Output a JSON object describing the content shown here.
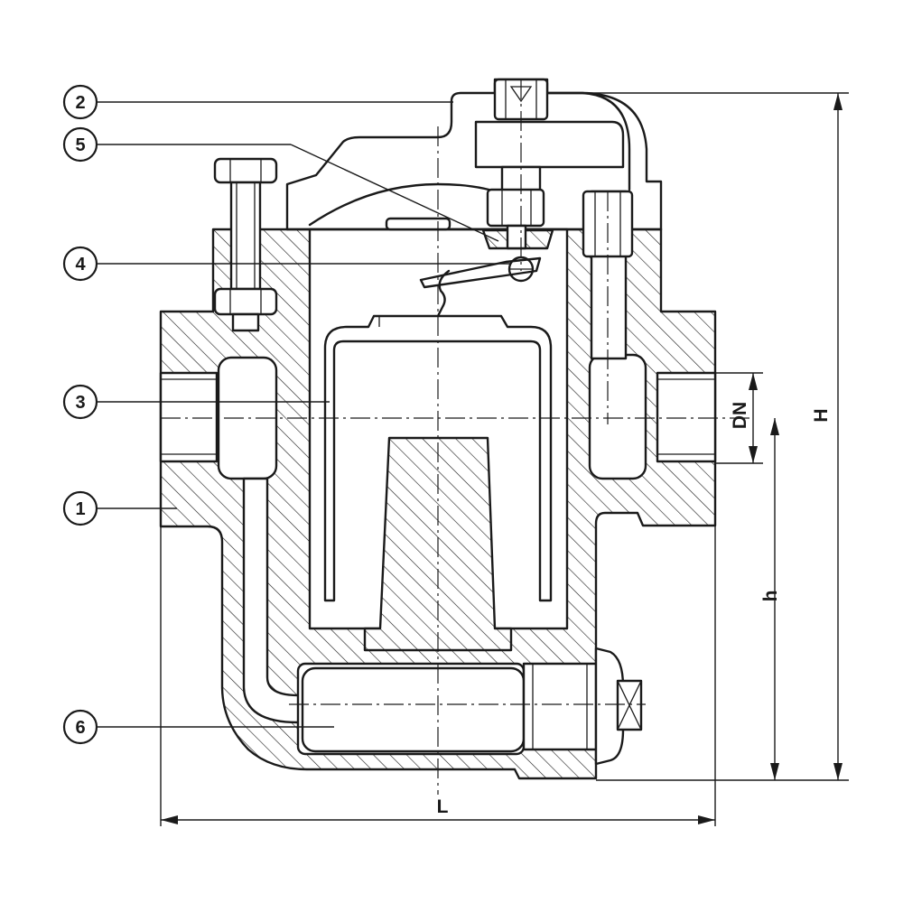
{
  "callouts": [
    {
      "id": "1",
      "label": "1",
      "part": "body"
    },
    {
      "id": "2",
      "label": "2",
      "part": "cover"
    },
    {
      "id": "3",
      "label": "3",
      "part": "inverted-bucket"
    },
    {
      "id": "4",
      "label": "4",
      "part": "lever"
    },
    {
      "id": "5",
      "label": "5",
      "part": "valve-seat"
    },
    {
      "id": "6",
      "label": "6",
      "part": "strainer-plug"
    }
  ],
  "dimensions": {
    "length": "L",
    "height_total": "H",
    "height_inlet": "h",
    "nominal_diameter": "DN"
  },
  "colors": {
    "line": "#1a1a1a",
    "background": "#ffffff"
  }
}
